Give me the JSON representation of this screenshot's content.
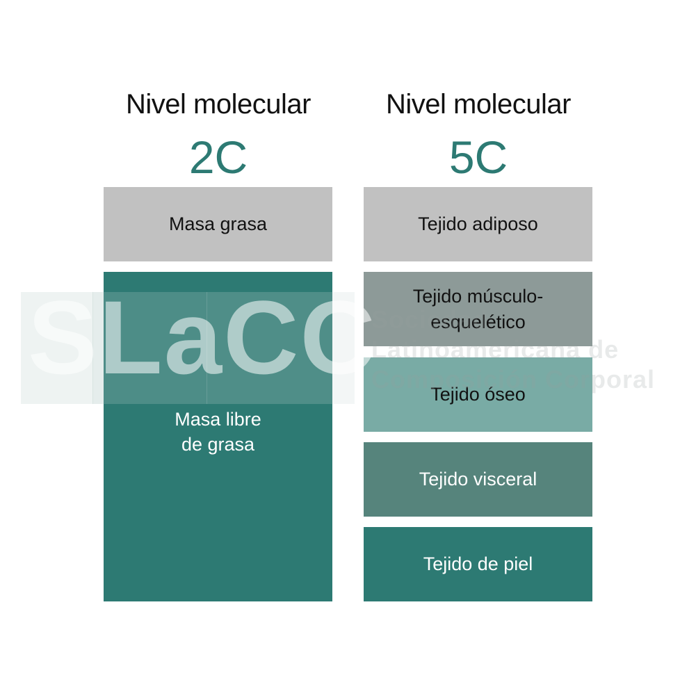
{
  "left": {
    "heading": "Nivel molecular",
    "code": "2C",
    "blocks": [
      {
        "label": "Masa grasa",
        "color": "#c1c1c1",
        "text_color": "#111111"
      },
      {
        "label": "Masa libre\nde grasa",
        "color": "#2d7a73",
        "text_color": "#ffffff"
      }
    ]
  },
  "right": {
    "heading": "Nivel molecular",
    "code": "5C",
    "blocks": [
      {
        "label": "Tejido adiposo",
        "color": "#c1c1c1",
        "text_color": "#111111"
      },
      {
        "label": "Tejido músculo-\nesquelético",
        "color": "#8d9a98",
        "text_color": "#111111"
      },
      {
        "label": "Tejido óseo",
        "color": "#79aba5",
        "text_color": "#111111"
      },
      {
        "label": "Tejido visceral",
        "color": "#56847c",
        "text_color": "#ffffff"
      },
      {
        "label": "Tejido de piel",
        "color": "#2d7a73",
        "text_color": "#ffffff"
      }
    ]
  },
  "watermark": {
    "logo": "SLaCC",
    "text": "Sociedad\nLatinoamericana de\nComposición Corporal"
  },
  "accent_color": "#2d7a73"
}
